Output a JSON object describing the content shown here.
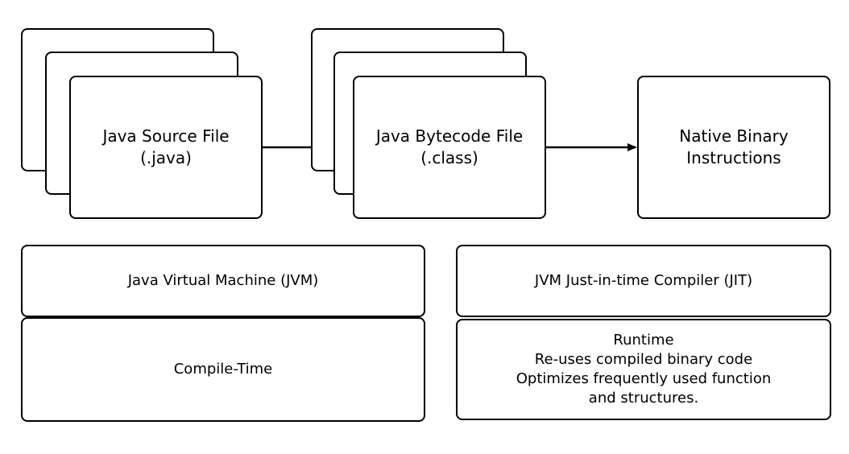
{
  "source": {
    "line1": "Java Source File",
    "line2": "(.java)"
  },
  "bytecode": {
    "line1": "Java Bytecode File",
    "line2": "(.class)"
  },
  "native": {
    "line1": "Native Binary",
    "line2": "Instructions"
  },
  "jvm": {
    "label": "Java Virtual Machine (JVM)",
    "phase": "Compile-Time"
  },
  "jit": {
    "label": "JVM Just-in-time Compiler (JIT)",
    "phase_title": "Runtime",
    "phase_line1": "Re-uses compiled binary code",
    "phase_line2": "Optimizes frequently used function",
    "phase_line3": "and structures."
  }
}
